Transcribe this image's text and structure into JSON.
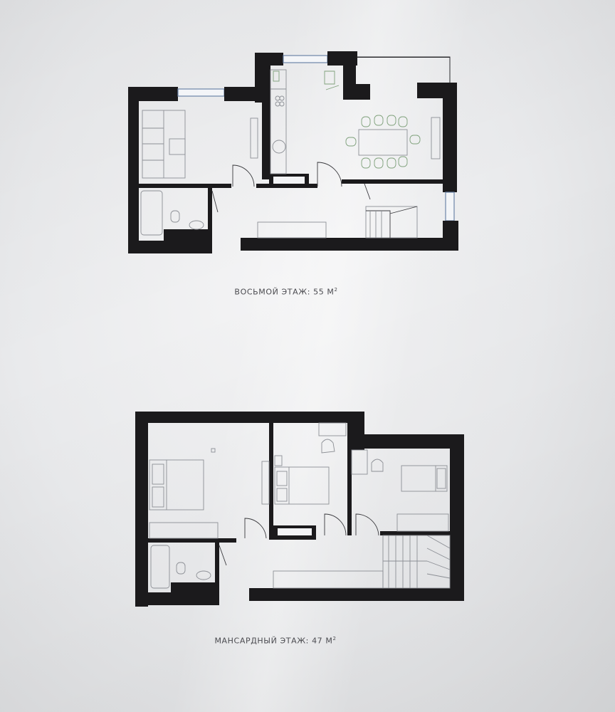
{
  "floors": [
    {
      "label": "ВОСЬМОЙ ЭТАЖ: 55 М",
      "superscript": "2"
    },
    {
      "label": "МАНСАРДНЫЙ ЭТАЖ: 47 М",
      "superscript": "2"
    }
  ],
  "colors": {
    "walls": "#1b1a1c",
    "paper": "#eeeff1",
    "windows": "#6d85a8",
    "furniture": "#8c8f95"
  }
}
